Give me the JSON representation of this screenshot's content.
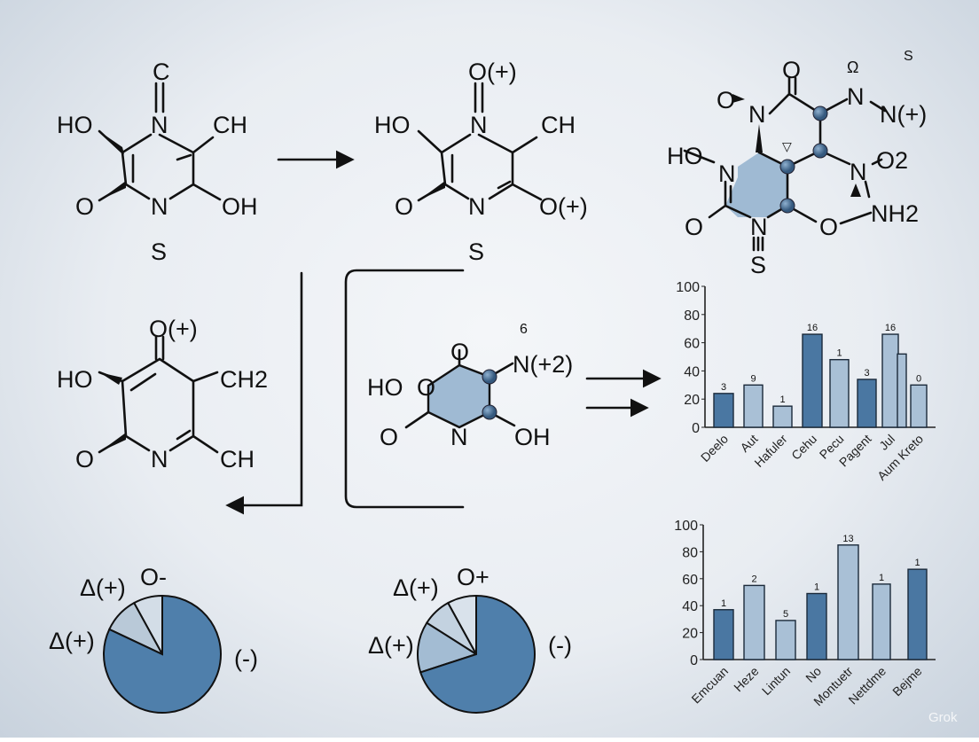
{
  "molecules": {
    "top_left": [
      "C",
      "N",
      "HO",
      "CH",
      "O",
      "N",
      "OH",
      "S"
    ],
    "top_middle": [
      "O(+)",
      "N",
      "HO",
      "CH",
      "O",
      "N",
      "O(+)",
      "S"
    ],
    "top_right": [
      "O",
      "O",
      "N",
      "Ω",
      "N",
      "N(+)",
      "S",
      "HO",
      "N",
      "N",
      "O2",
      "NH2",
      "O",
      "N",
      "O",
      "S",
      "▽"
    ],
    "mid_left": [
      "O(+)",
      "HO",
      "CH2",
      "O",
      "N",
      "CH"
    ],
    "center": [
      "HO",
      "O",
      "O",
      "N(+2)",
      "6",
      "O",
      "N",
      "OH"
    ]
  },
  "pies": [
    {
      "labels": [
        "Δ(+)",
        "O-",
        "Δ(+)",
        "(-)"
      ],
      "slices": [
        82,
        10,
        8
      ],
      "colors": [
        "#4f7fab",
        "#b9c9d8",
        "#d3dde7"
      ]
    },
    {
      "labels": [
        "Δ(+)",
        "O+",
        "Δ(+)",
        "(-)"
      ],
      "slices": [
        70,
        14,
        8,
        8
      ],
      "colors": [
        "#4f7fab",
        "#a3bcd3",
        "#c3d2e0",
        "#d9e2eb"
      ]
    }
  ],
  "colors": {
    "dark_bar": "#4a77a2",
    "light_bar": "#a9c0d6",
    "node": "#4d7399",
    "ring_fill": "#9fbad3"
  },
  "watermark": "Grok",
  "chart_data": [
    {
      "type": "bar",
      "categories": [
        "Deelo",
        "Aut",
        "Hafuler",
        "Cehu",
        "Pecu",
        "Pagent",
        "Jul",
        "",
        "Aum Kreto"
      ],
      "values": [
        24,
        30,
        15,
        66,
        48,
        34,
        66,
        52,
        30
      ],
      "data_labels": [
        "3",
        "9",
        "1",
        "16",
        "1",
        "3",
        "16",
        "",
        "0"
      ],
      "shades": [
        "dark",
        "light",
        "light",
        "dark",
        "light",
        "dark",
        "light",
        "light",
        "light"
      ],
      "ylim": [
        0,
        100
      ],
      "yticks": [
        0,
        20,
        40,
        60,
        80,
        100
      ],
      "grid": false
    },
    {
      "type": "bar",
      "categories": [
        "Emcuan",
        "Heze",
        "Lintun",
        "No",
        "Montuetr",
        "Nettdme",
        "Bejme"
      ],
      "values": [
        37,
        55,
        29,
        49,
        85,
        56,
        67
      ],
      "data_labels": [
        "1",
        "2",
        "5",
        "1",
        "13",
        "1",
        "1"
      ],
      "shades": [
        "dark",
        "light",
        "light",
        "dark",
        "light",
        "light",
        "dark"
      ],
      "ylim": [
        0,
        100
      ],
      "yticks": [
        0,
        20,
        40,
        60,
        80,
        100
      ],
      "grid": false
    }
  ]
}
